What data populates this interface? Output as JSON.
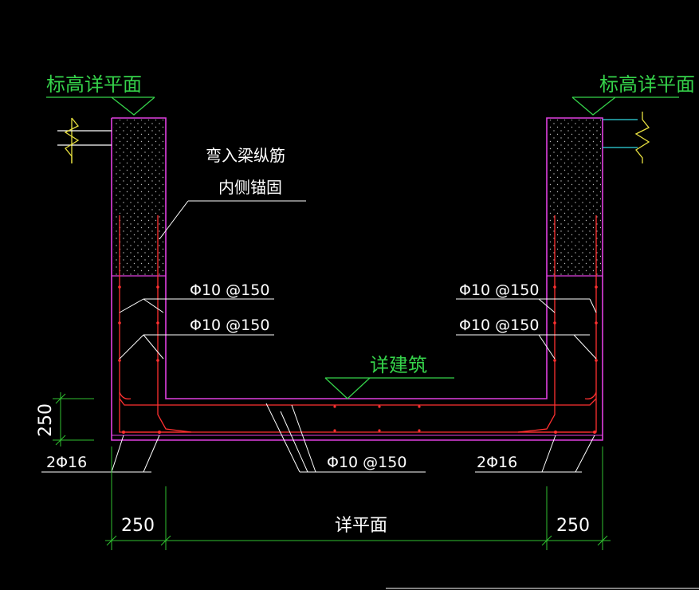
{
  "labels": {
    "elev_left": "标高详平面",
    "elev_right": "标高详平面",
    "arch_mark": "详建筑",
    "anchor_note_line1": "弯入梁纵筋",
    "anchor_note_line2": "内侧锚固",
    "rebar_left_upper": "Φ10 @150",
    "rebar_left_lower": "Φ10 @150",
    "rebar_right_upper": "Φ10 @150",
    "rebar_right_lower": "Φ10 @150",
    "rebar_bottom": "Φ10 @150",
    "bar_left": "2Φ16",
    "bar_right": "2Φ16",
    "dim_height": "250",
    "dim_left": "250",
    "dim_middle": "详平面",
    "dim_right": "250"
  },
  "colors": {
    "background": "#000000",
    "text_green": "#35d24a",
    "outline_magenta": "#e040e0",
    "rebar_red": "#ff3030",
    "leader_white": "#ffffff",
    "dim_green": "#30c030",
    "break_yellow": "#e8e040",
    "break_cyan": "#30d8e0"
  }
}
